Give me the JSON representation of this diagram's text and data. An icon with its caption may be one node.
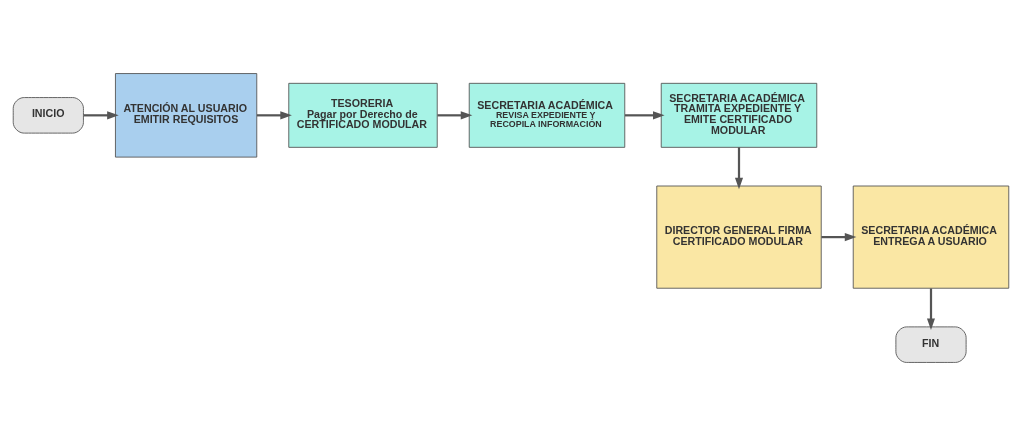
{
  "diagram": {
    "nodes": [
      {
        "text": [
          "INICIO"
        ]
      },
      {
        "text": [
          "ATENCIÓN AL USUARIO EMITIR REQUISITOS"
        ]
      },
      {
        "text": [
          "TESORERIA",
          "Pagar por Derecho de CERTIFICADO MODULAR"
        ]
      },
      {
        "text": [
          "SECRETARIA ACADÉMICA",
          "REVISA EXPEDIENTE Y RECOPILA INFORMACIÓN"
        ]
      },
      {
        "text": [
          "SECRETARIA ACADÉMICA TRAMITA EXPEDIENTE Y EMITE CERTIFICADO MODULAR"
        ]
      },
      {
        "text": [
          "DIRECTOR GENERAL FIRMA CERTIFICADO MODULAR"
        ]
      },
      {
        "text": [
          "SECRETARIA ACADÉMICA ENTREGA A USUARIO"
        ]
      },
      {
        "text": [
          "FIN"
        ]
      }
    ],
    "edges": [
      {
        "from": 0,
        "to": 1,
        "arrow": "to"
      },
      {
        "from": 1,
        "to": 2,
        "arrow": "to"
      },
      {
        "from": 2,
        "to": 3,
        "arrow": "to"
      },
      {
        "from": 3,
        "to": 4,
        "arrow": "to"
      },
      {
        "from": 4,
        "to": 5,
        "arrow": "to"
      },
      {
        "from": 5,
        "to": 6,
        "arrow": "to"
      },
      {
        "from": 6,
        "to": 7,
        "arrow": "to"
      }
    ]
  }
}
